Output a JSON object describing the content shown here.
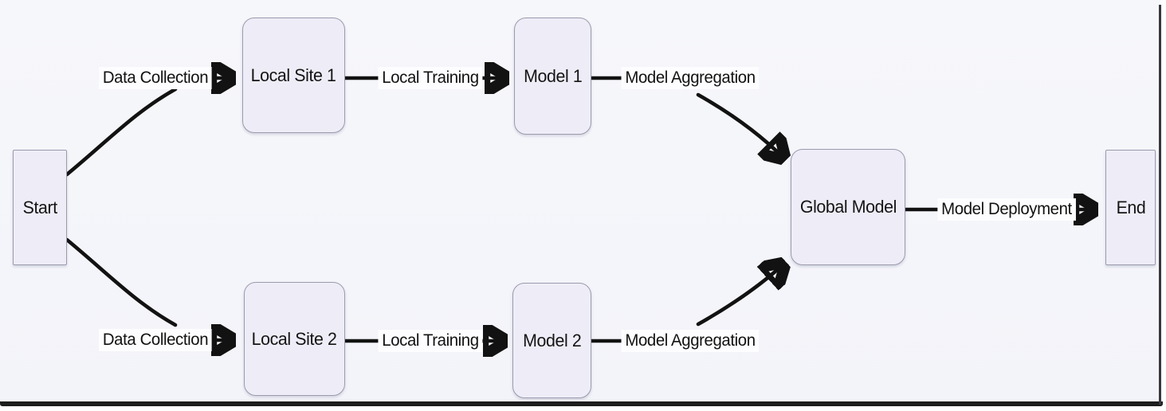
{
  "diagram": {
    "type": "flowchart",
    "direction": "left-to-right",
    "colors": {
      "background": "#f6f7fb",
      "node_fill": "#eeedf7",
      "node_border": "#9b9bae",
      "edge": "#121212",
      "edge_label_background": "#fdfdff",
      "frame_border": "#1c1e1e"
    },
    "nodes": [
      {
        "id": "start",
        "label": "Start",
        "shape": "rectangle"
      },
      {
        "id": "local-site-1",
        "label": "Local Site 1",
        "shape": "rounded"
      },
      {
        "id": "model-1",
        "label": "Model 1",
        "shape": "rounded"
      },
      {
        "id": "local-site-2",
        "label": "Local Site 2",
        "shape": "rounded"
      },
      {
        "id": "model-2",
        "label": "Model 2",
        "shape": "rounded"
      },
      {
        "id": "global-model",
        "label": "Global Model",
        "shape": "rounded"
      },
      {
        "id": "end",
        "label": "End",
        "shape": "rectangle"
      }
    ],
    "edges": [
      {
        "from": "start",
        "to": "local-site-1",
        "label": "Data Collection"
      },
      {
        "from": "local-site-1",
        "to": "model-1",
        "label": "Local Training"
      },
      {
        "from": "model-1",
        "to": "global-model",
        "label": "Model Aggregation"
      },
      {
        "from": "start",
        "to": "local-site-2",
        "label": "Data Collection"
      },
      {
        "from": "local-site-2",
        "to": "model-2",
        "label": "Local Training"
      },
      {
        "from": "model-2",
        "to": "global-model",
        "label": "Model Aggregation"
      },
      {
        "from": "global-model",
        "to": "end",
        "label": "Model Deployment"
      }
    ]
  }
}
